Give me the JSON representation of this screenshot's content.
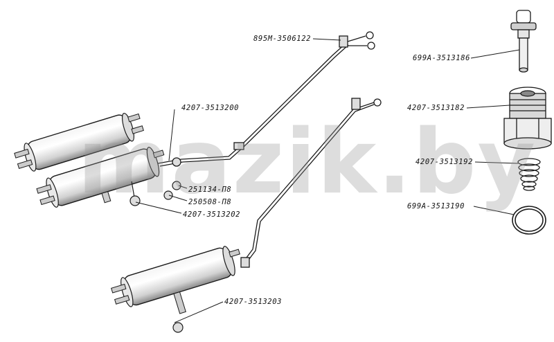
{
  "labels": {
    "brake_line_top": "895М-3506122",
    "valve_pin": "699А-3513186",
    "fitting_body_top": "4207-3513200",
    "valve_body": "4207-3513182",
    "spring": "4207-3513192",
    "bolt": "251134-П8",
    "washer": "250508-П8",
    "ring": "699А-3513190",
    "tank_assembly": "4207-3513202",
    "cylinder_lower": "4207-3513203"
  },
  "watermark": "mazik.by",
  "colors": {
    "line": "#1a1a1a",
    "shade": "#b9b9b9",
    "watermark": "#969696"
  }
}
